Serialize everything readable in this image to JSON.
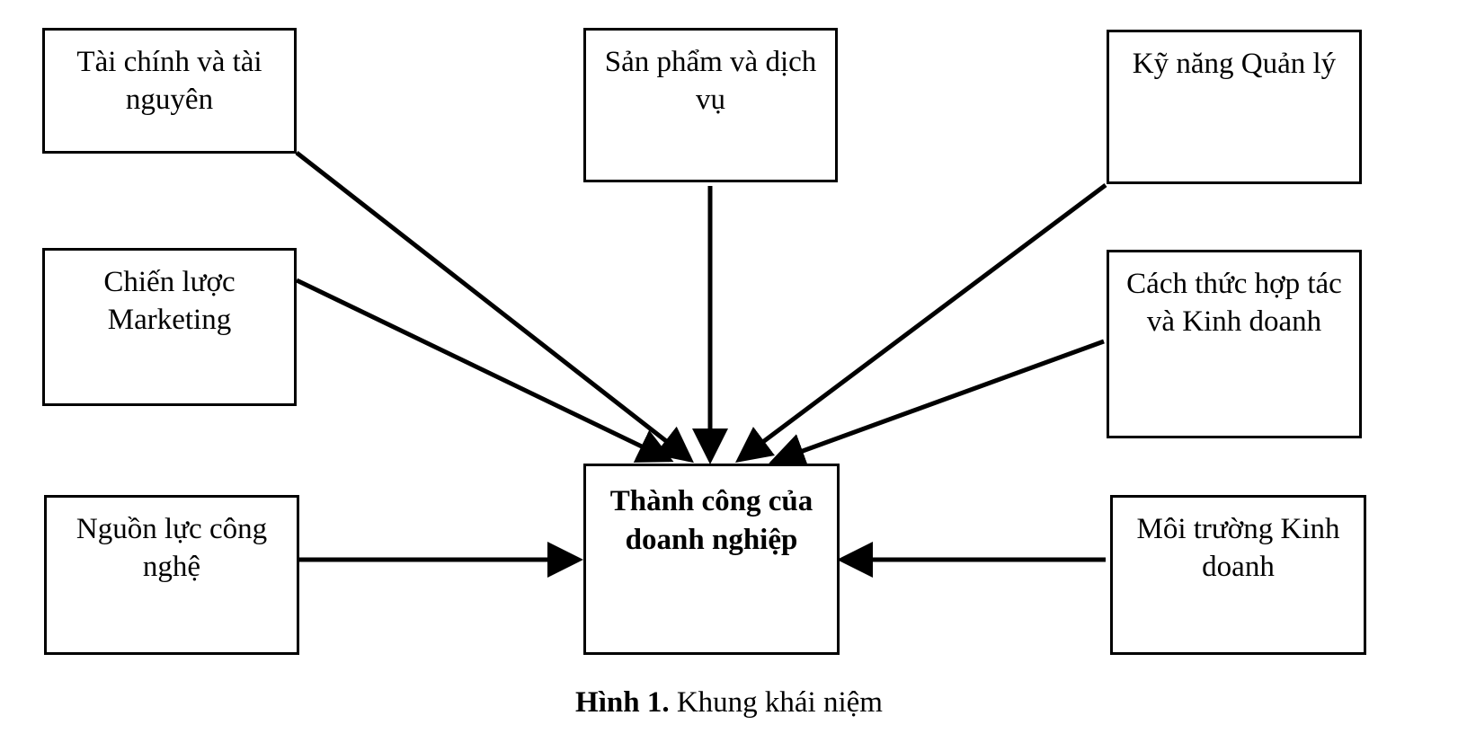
{
  "diagram": {
    "boxes": {
      "finance": "Tài chính và tài nguyên",
      "products": "Sản phẩm và dịch vụ",
      "management": "Kỹ năng Quản lý",
      "marketing": "Chiến lược Marketing",
      "cooperation": "Cách thức hợp tác và Kinh doanh",
      "technology": "Nguồn lực công nghệ",
      "environment": "Môi trường Kinh doanh",
      "center": "Thành công của doanh nghiệp"
    },
    "edges": [
      {
        "from": "finance",
        "to": "center"
      },
      {
        "from": "products",
        "to": "center"
      },
      {
        "from": "management",
        "to": "center"
      },
      {
        "from": "marketing",
        "to": "center"
      },
      {
        "from": "cooperation",
        "to": "center"
      },
      {
        "from": "technology",
        "to": "center"
      },
      {
        "from": "environment",
        "to": "center"
      }
    ]
  },
  "caption": {
    "label": "Hình 1.",
    "text": "Khung khái niệm"
  }
}
